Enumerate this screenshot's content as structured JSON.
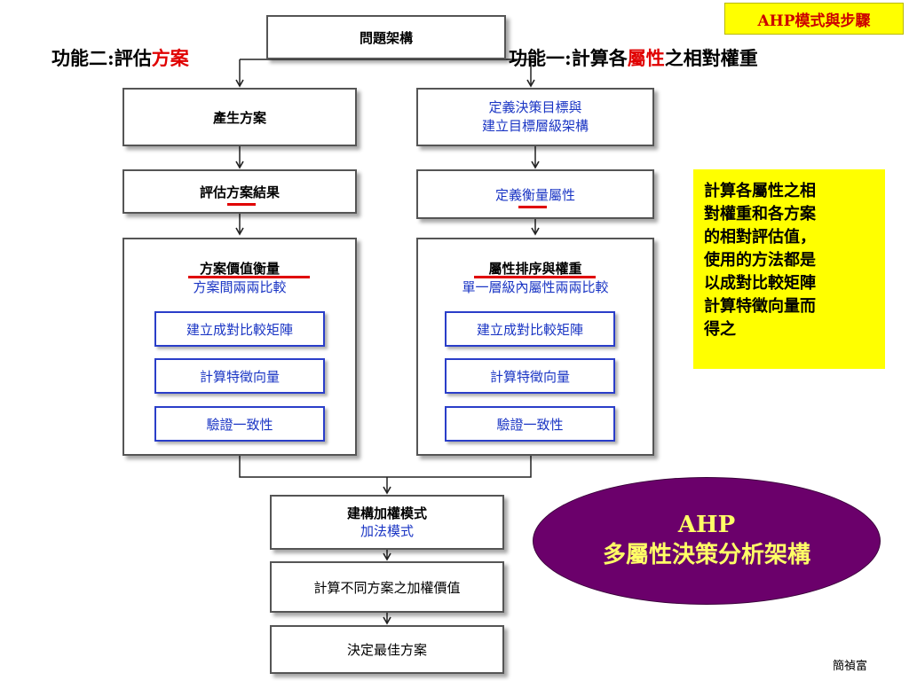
{
  "header": {
    "badge": "AHP模式與步驟",
    "badge_bg": "#ffff00",
    "badge_color": "#cc0000"
  },
  "left_label": {
    "prefix": "功能二:評估",
    "highlight": "方案"
  },
  "right_label": {
    "prefix": "功能一:計算各",
    "highlight": "屬性",
    "suffix": "之相對權重"
  },
  "top_box": "問題架構",
  "left_column": {
    "box1": "產生方案",
    "box2": "評估方案結果",
    "group": {
      "title": "方案價值衡量",
      "subtitle": "方案間兩兩比較",
      "steps": [
        "建立成對比較矩陣",
        "計算特徵向量",
        "驗證一致性"
      ]
    }
  },
  "right_column": {
    "box1_line1": "定義決策目標與",
    "box1_line2": "建立目標層級架構",
    "box2": "定義衡量屬性",
    "group": {
      "title": "屬性排序與權重",
      "subtitle": "單一層級內屬性兩兩比較",
      "steps": [
        "建立成對比較矩陣",
        "計算特徵向量",
        "驗證一致性"
      ]
    }
  },
  "merge_box": {
    "title": "建構加權模式",
    "subtitle": "加法模式"
  },
  "box_compute": "計算不同方案之加權價值",
  "box_final": "決定最佳方案",
  "note": {
    "lines": [
      "計算各屬性之相",
      "對權重和各方案",
      "的相對評估值，",
      "使用的方法都是",
      "以成對比較矩陣",
      "計算特徵向量而",
      "得之"
    ],
    "bg": "#ffff00"
  },
  "ellipse": {
    "line1": "AHP",
    "line2": "多屬性決策分析架構",
    "bg": "#6b006b",
    "color": "#ffff66"
  },
  "author": "簡禎富",
  "colors": {
    "accent_blue": "#1a35c4",
    "underline_red": "#e00000"
  }
}
